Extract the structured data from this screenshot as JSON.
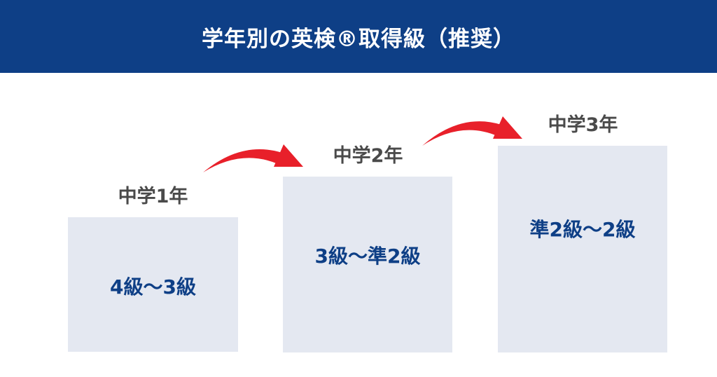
{
  "header": {
    "title": "学年別の英検®取得級（推奨）"
  },
  "colors": {
    "header_bg": "#0e3f86",
    "box_bg": "#e4e8f1",
    "value_text": "#0e3f86",
    "label_text": "#4a4a4a",
    "arrow": "#e8202a"
  },
  "steps": [
    {
      "grade": "中学1年",
      "level": "4級〜3級"
    },
    {
      "grade": "中学2年",
      "level": "3級〜準2級"
    },
    {
      "grade": "中学3年",
      "level": "準2級〜2級"
    }
  ],
  "arrows": [
    {
      "from": "中学1年",
      "to": "中学2年",
      "icon": "curved-arrow-right-icon"
    },
    {
      "from": "中学2年",
      "to": "中学3年",
      "icon": "curved-arrow-right-icon"
    }
  ]
}
